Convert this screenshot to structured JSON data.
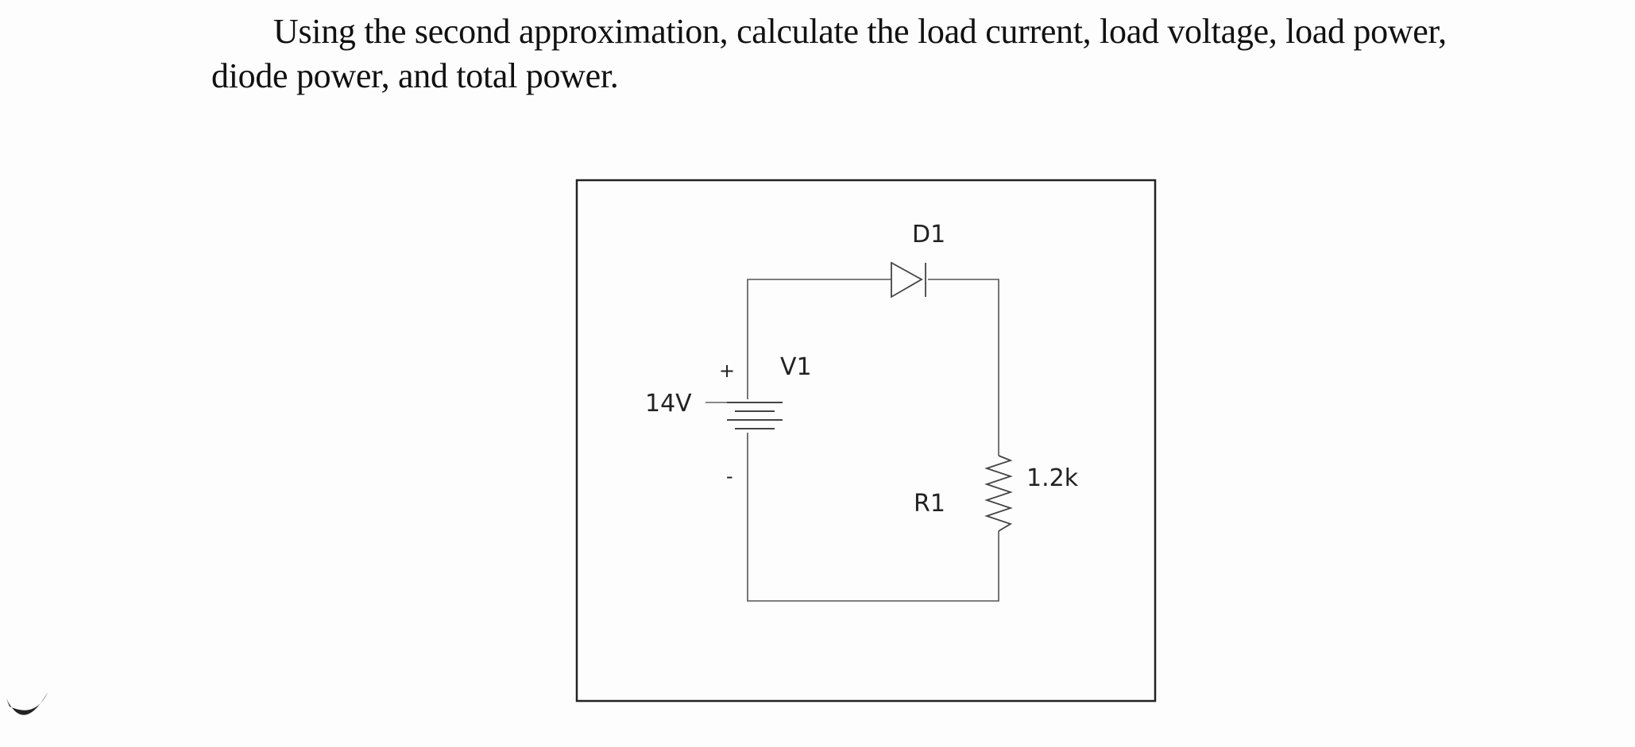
{
  "question": {
    "line1": "Using the second approximation, calculate the load current, load voltage, load power,",
    "line2": "diode power, and total power."
  },
  "circuit": {
    "diode_label": "D1",
    "source_label": "V1",
    "source_value": "14V",
    "plus_sign": "+",
    "minus_sign": "-",
    "resistor_label": "R1",
    "resistor_value": "1.2k"
  }
}
